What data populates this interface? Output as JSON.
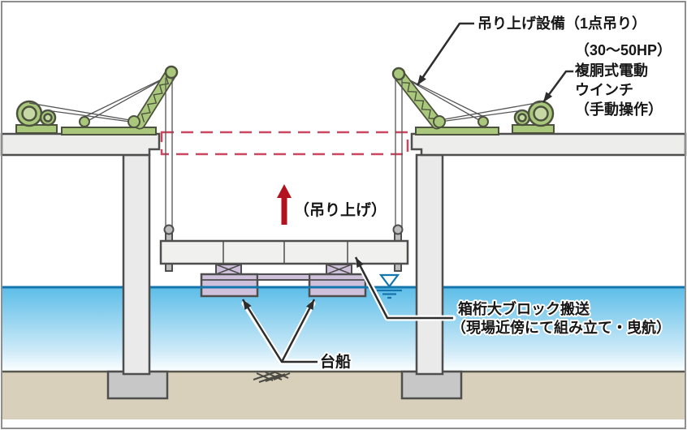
{
  "figure": {
    "type": "engineering-diagram",
    "subject": "box-girder large block erection by deck winches from barges",
    "labels": {
      "lift_equipment": "吊り上げ設備（1点吊り）",
      "winch": [
        "（30〜50HP）",
        "複胴式電動",
        "ウインチ",
        "（手動操作）"
      ],
      "lifting_action": "（吊り上げ）",
      "block_transport": [
        "箱桁大ブロック搬送",
        "（現場近傍にて組み立て・曳航）"
      ],
      "barge": "台船"
    },
    "colors": {
      "machine_green": "#a9c87c",
      "machine_green_light": "#c6d9a5",
      "machine_outline": "#4c523e",
      "structure_fill": "#ededeb",
      "structure_outline": "#4e4e4e",
      "footing_gray": "#c7c7c7",
      "barge_purple": "#cfc0dc",
      "water_top": "#5cbde8",
      "waterline_blue": "#1576ae",
      "seabed_tan": "#d9d0bb",
      "lift_arrow_red": "#b2131f",
      "final_position_dash": "#cc4660",
      "leader_line": "#2e2e2e",
      "frame_border": "#8e8e8e"
    }
  }
}
